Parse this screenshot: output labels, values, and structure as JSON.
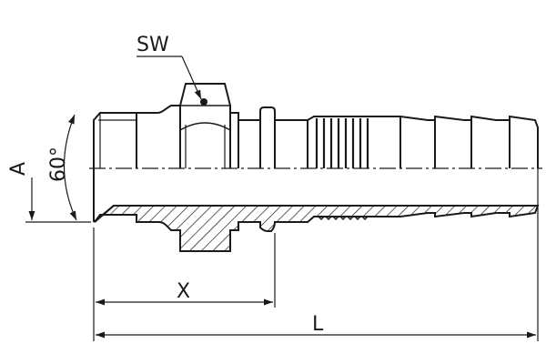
{
  "labels": {
    "sw": "SW",
    "a": "A",
    "angle": "60°",
    "x": "X",
    "l": "L"
  },
  "colors": {
    "line": "#1a1a1a",
    "background": "#ffffff"
  }
}
